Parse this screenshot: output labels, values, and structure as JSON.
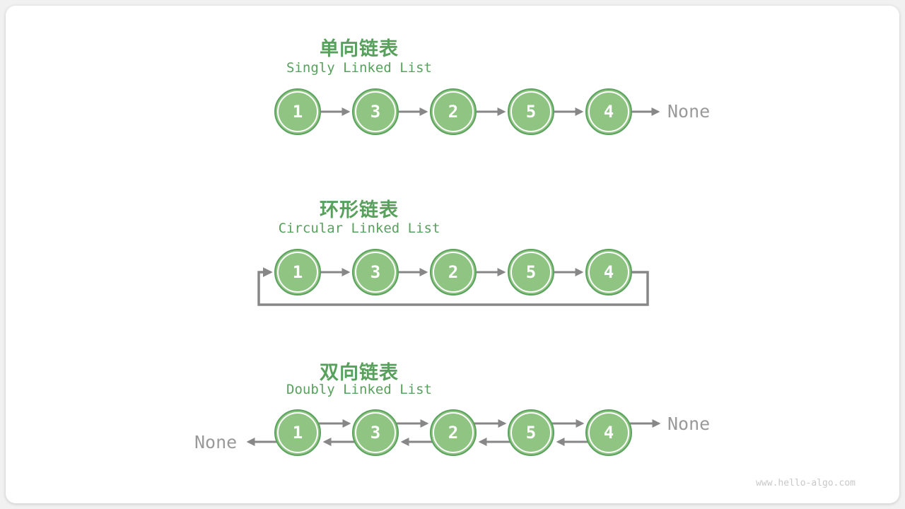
{
  "page": {
    "watermark": "www.hello-algo.com"
  },
  "colors": {
    "accent_green": "#57a15c",
    "node_fill": "#8fc483",
    "node_border": "#5aa25e",
    "arrow_gray": "#878787",
    "label_gray": "#9a9a9a",
    "watermark_gray": "#c8c8c8",
    "card_bg": "#ffffff",
    "page_bg": "#f1f1f1"
  },
  "lists": [
    {
      "id": "singly",
      "title_zh": "单向链表",
      "title_en": "Singly Linked List",
      "nodes": [
        "1",
        "3",
        "2",
        "5",
        "4"
      ],
      "tail_label": "None"
    },
    {
      "id": "circular",
      "title_zh": "环形链表",
      "title_en": "Circular Linked List",
      "nodes": [
        "1",
        "3",
        "2",
        "5",
        "4"
      ]
    },
    {
      "id": "doubly",
      "title_zh": "双向链表",
      "title_en": "Doubly Linked List",
      "nodes": [
        "1",
        "3",
        "2",
        "5",
        "4"
      ],
      "head_label": "None",
      "tail_label": "None"
    }
  ]
}
